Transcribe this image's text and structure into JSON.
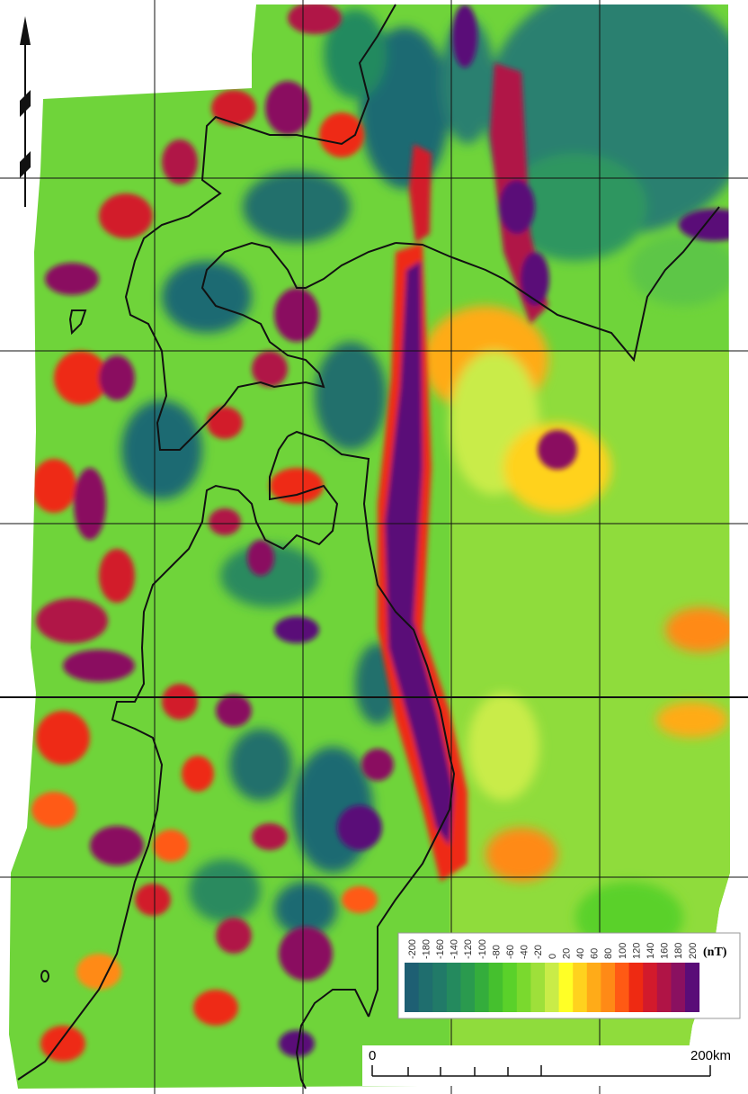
{
  "legend": {
    "unit": "(nT)",
    "ticks": [
      "-200",
      "-180",
      "-160",
      "-140",
      "-120",
      "-100",
      "-80",
      "-60",
      "-40",
      "-20",
      "0",
      "20",
      "40",
      "60",
      "80",
      "100",
      "120",
      "140",
      "160",
      "180",
      "200"
    ],
    "colors": [
      "#1e5f73",
      "#1f6e6e",
      "#217a68",
      "#248a5e",
      "#2a9a4e",
      "#34ad3c",
      "#45c02e",
      "#5ad12a",
      "#7ad92e",
      "#9ee03a",
      "#c9ec48",
      "#ffff26",
      "#ffd21e",
      "#ffab18",
      "#ff8a16",
      "#ff5a14",
      "#ee2a12",
      "#d21a2c",
      "#b01446",
      "#8a1060",
      "#5a0c78"
    ]
  },
  "scale_bar": {
    "start_label": "0",
    "end_label": "200km"
  },
  "north_arrow": {
    "symbol": "north-arrow"
  }
}
